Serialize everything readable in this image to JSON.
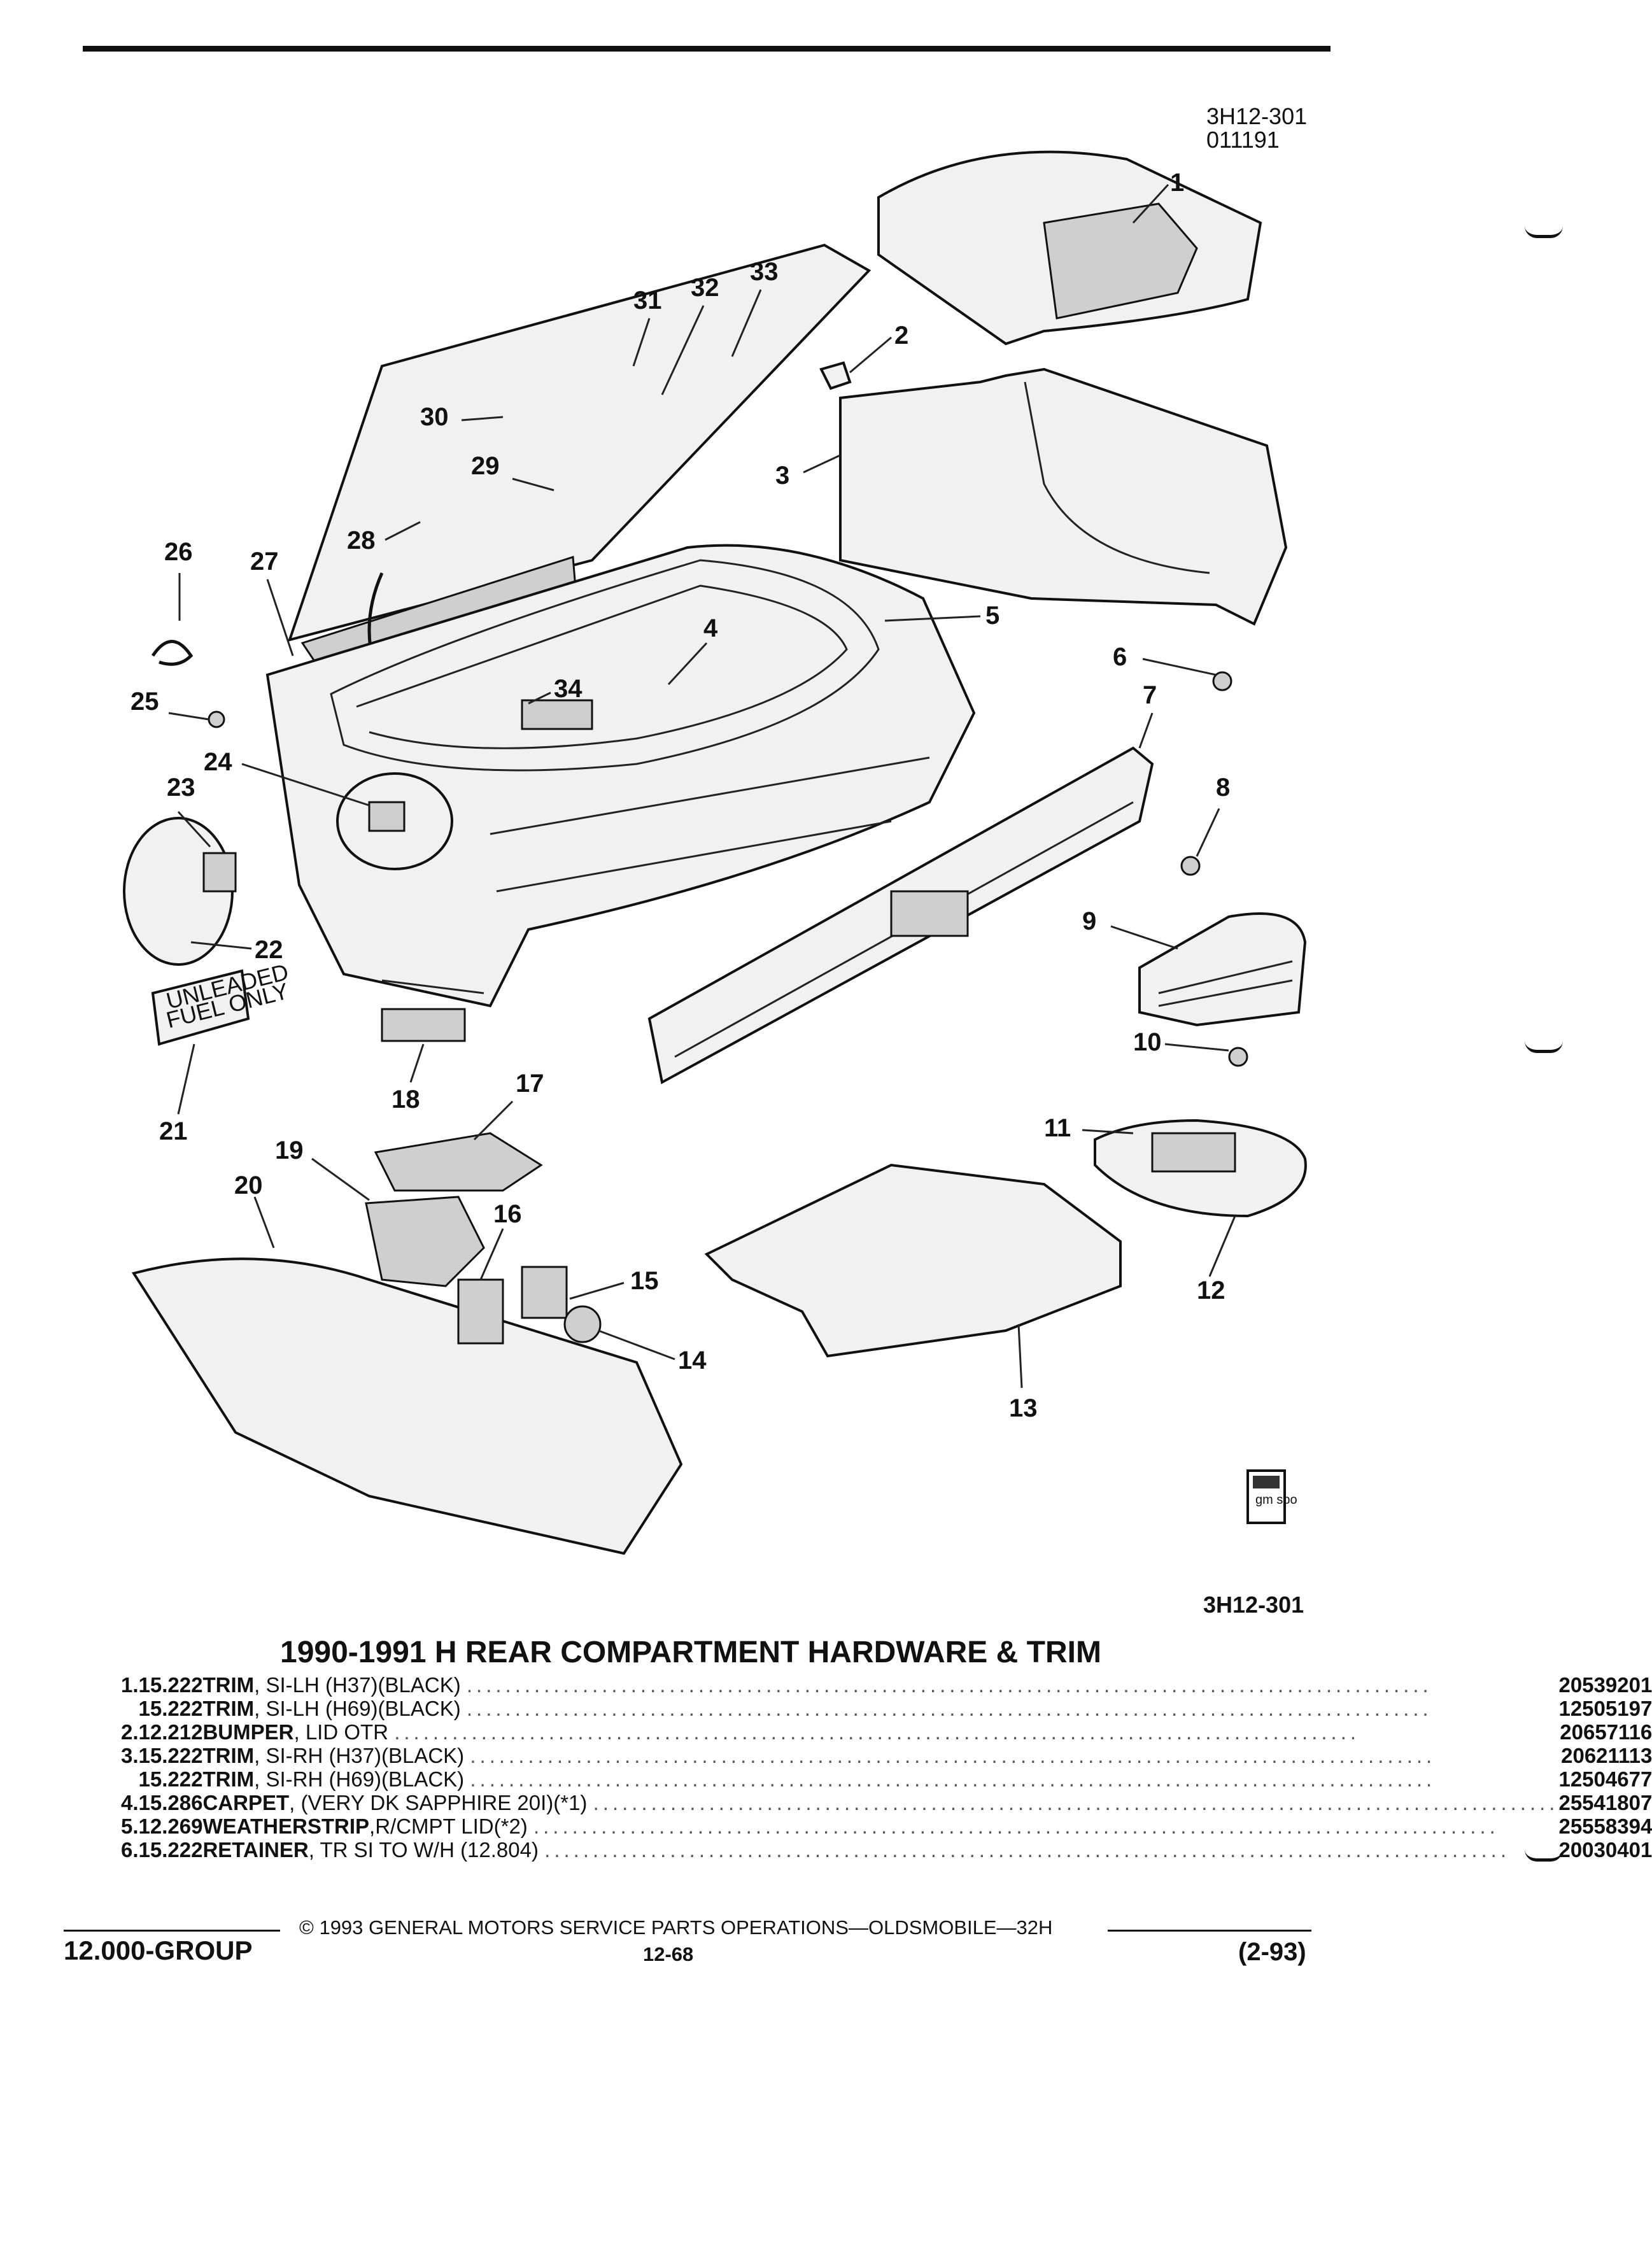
{
  "diagram": {
    "ref_id": "3H12-301",
    "ref_date": "011191",
    "bottom_ref": "3H12-301",
    "decal_text": [
      "UNLEADED",
      "FUEL ONLY"
    ],
    "logo_text": "gm spo",
    "callouts": [
      "1",
      "2",
      "3",
      "4",
      "5",
      "6",
      "7",
      "8",
      "9",
      "10",
      "11",
      "12",
      "13",
      "14",
      "15",
      "16",
      "17",
      "18",
      "19",
      "20",
      "21",
      "22",
      "23",
      "24",
      "25",
      "26",
      "27",
      "28",
      "29",
      "30",
      "31",
      "32",
      "33",
      "34"
    ]
  },
  "title": "1990-1991 H REAR COMPARTMENT HARDWARE & TRIM",
  "parts": [
    {
      "num": "1.",
      "group": "15.222",
      "name": "TRIM",
      "detail": ", SI-LH (H37)(BLACK)",
      "part_no": "20539201"
    },
    {
      "num": "",
      "group": "15.222",
      "name": "TRIM",
      "detail": ", SI-LH (H69)(BLACK)",
      "part_no": "12505197"
    },
    {
      "num": "2.",
      "group": "12.212",
      "name": "BUMPER",
      "detail": ", LID OTR",
      "part_no": "20657116"
    },
    {
      "num": "3.",
      "group": "15.222",
      "name": "TRIM",
      "detail": ", SI-RH (H37)(BLACK)",
      "part_no": "20621113"
    },
    {
      "num": "",
      "group": "15.222",
      "name": "TRIM",
      "detail": ", SI-RH (H69)(BLACK)",
      "part_no": "12504677"
    },
    {
      "num": "4.",
      "group": "15.286",
      "name": "CARPET",
      "detail": ", (VERY DK SAPPHIRE 20I)(*1)",
      "part_no": "25541807"
    },
    {
      "num": "5.",
      "group": "12.269",
      "name": "WEATHERSTRIP",
      "detail": ",R/CMPT LID(*2)",
      "part_no": "25558394"
    },
    {
      "num": "6.",
      "group": "15.222",
      "name": "RETAINER",
      "detail": ", TR SI TO W/H (12.804)",
      "part_no": "20030401"
    }
  ],
  "footer": {
    "copyright": "© 1993 GENERAL MOTORS SERVICE PARTS OPERATIONS—OLDSMOBILE—32H",
    "group": "12.000-GROUP",
    "page": "12-68",
    "date_code": "(2-93)"
  }
}
